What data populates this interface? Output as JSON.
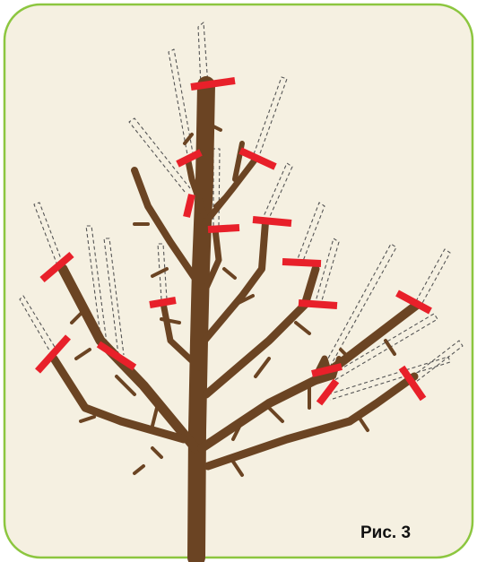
{
  "figure": {
    "caption": "Рис. 3"
  },
  "colors": {
    "background": "#f5f0e1",
    "border": "#8cc63f",
    "branch": "#6b4423",
    "cut_mark": "#e8202a",
    "removed_outline": "#555555"
  },
  "icons": {
    "tree": "pruned-tree-illustration",
    "cut": "red-cut-mark",
    "removed": "dashed-removed-shoot"
  }
}
